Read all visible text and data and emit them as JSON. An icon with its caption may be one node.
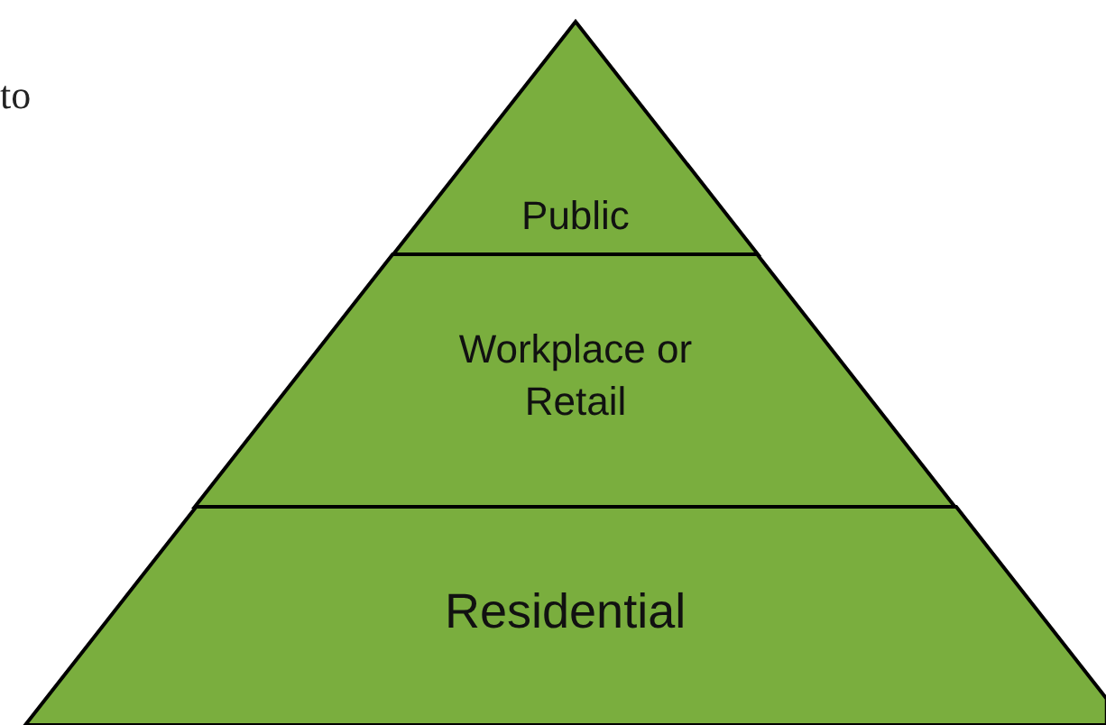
{
  "diagram": {
    "nodes": [
      {
        "text": [
          "Public"
        ]
      },
      {
        "text": [
          "Workplace or Retail"
        ]
      },
      {
        "text": [
          "Residential"
        ]
      }
    ],
    "labels": [
      "to"
    ]
  }
}
